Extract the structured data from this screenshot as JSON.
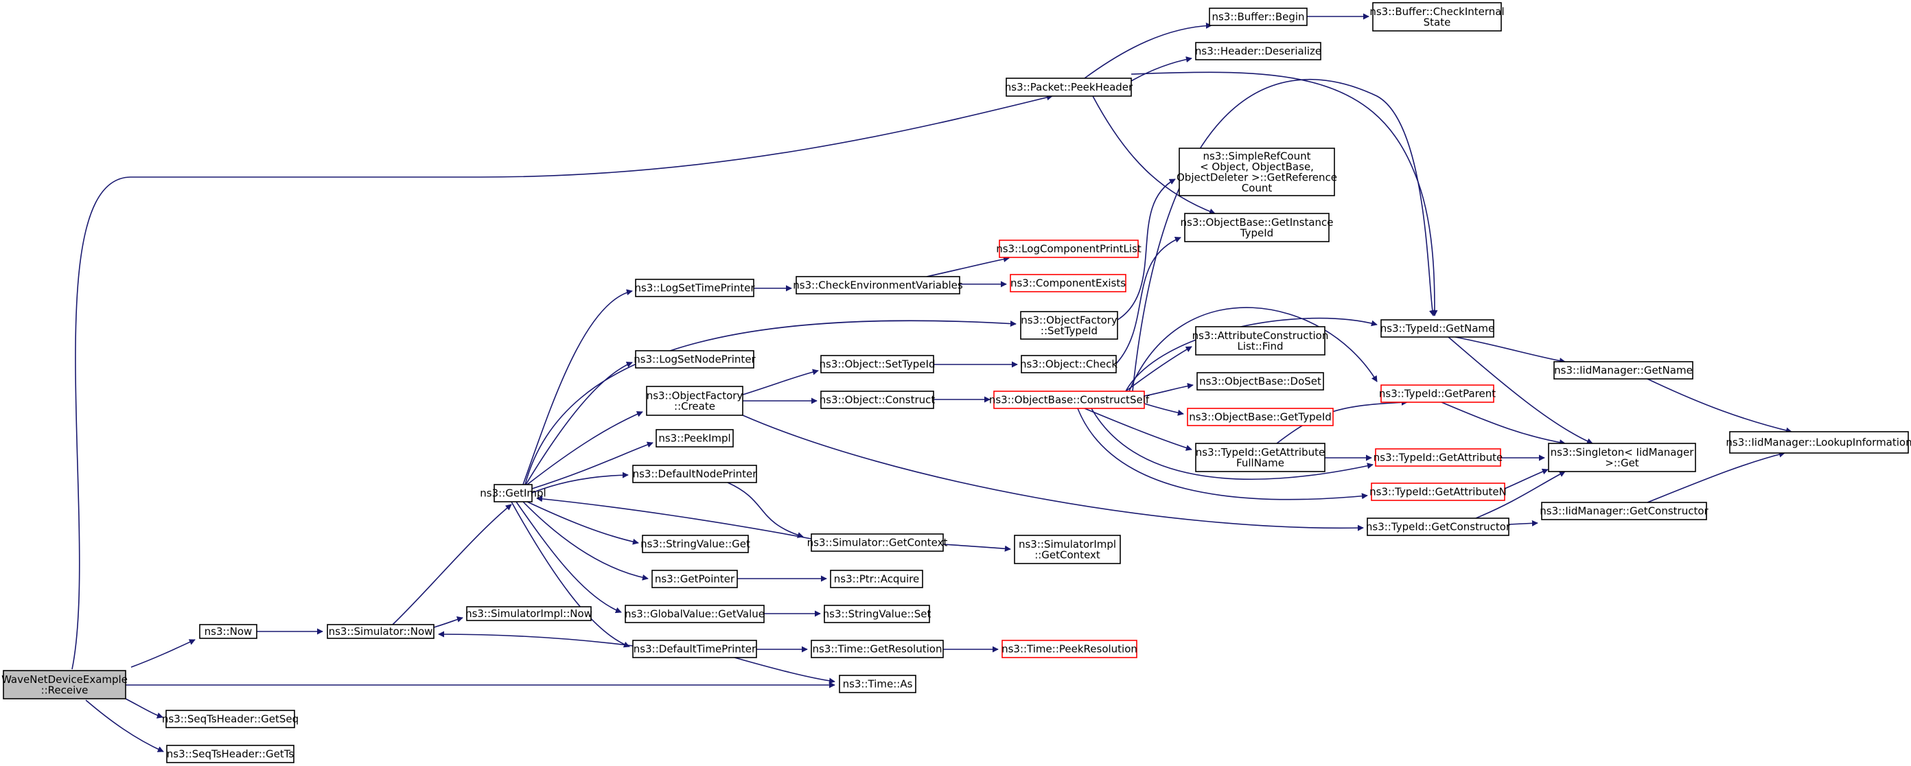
{
  "graph": {
    "nodes": [
      {
        "id": "root",
        "lines": [
          "WaveNetDeviceExample",
          "::Receive"
        ],
        "style": "root"
      },
      {
        "id": "now",
        "lines": [
          "ns3::Now"
        ]
      },
      {
        "id": "simnow",
        "lines": [
          "ns3::Simulator::Now"
        ]
      },
      {
        "id": "simimplnow",
        "lines": [
          "ns3::SimulatorImpl::Now"
        ]
      },
      {
        "id": "getimpl",
        "lines": [
          "ns3::GetImpl"
        ]
      },
      {
        "id": "logsettime",
        "lines": [
          "ns3::LogSetTimePrinter"
        ]
      },
      {
        "id": "checkenv",
        "lines": [
          "ns3::CheckEnvironmentVariables"
        ]
      },
      {
        "id": "logcompprint",
        "lines": [
          "ns3::LogComponentPrintList"
        ],
        "style": "red"
      },
      {
        "id": "compexists",
        "lines": [
          "ns3::ComponentExists"
        ],
        "style": "red"
      },
      {
        "id": "ofsettypeid",
        "lines": [
          "ns3::ObjectFactory",
          "::SetTypeId"
        ]
      },
      {
        "id": "logsetnode",
        "lines": [
          "ns3::LogSetNodePrinter"
        ]
      },
      {
        "id": "ofcreate",
        "lines": [
          "ns3::ObjectFactory",
          "::Create"
        ]
      },
      {
        "id": "objsettypeid",
        "lines": [
          "ns3::Object::SetTypeId"
        ]
      },
      {
        "id": "objconstruct",
        "lines": [
          "ns3::Object::Construct"
        ]
      },
      {
        "id": "objcheck",
        "lines": [
          "ns3::Object::Check"
        ]
      },
      {
        "id": "constructself",
        "lines": [
          "ns3::ObjectBase::ConstructSelf"
        ],
        "style": "red"
      },
      {
        "id": "peekimpl",
        "lines": [
          "ns3::PeekImpl"
        ]
      },
      {
        "id": "defnodeprinter",
        "lines": [
          "ns3::DefaultNodePrinter"
        ]
      },
      {
        "id": "stringget",
        "lines": [
          "ns3::StringValue::Get"
        ]
      },
      {
        "id": "simgetctx",
        "lines": [
          "ns3::Simulator::GetContext"
        ]
      },
      {
        "id": "simimplgetctx",
        "lines": [
          "ns3::SimulatorImpl",
          "::GetContext"
        ]
      },
      {
        "id": "getpointer",
        "lines": [
          "ns3::GetPointer"
        ]
      },
      {
        "id": "ptracquire",
        "lines": [
          "ns3::Ptr::Acquire"
        ]
      },
      {
        "id": "gvgetvalue",
        "lines": [
          "ns3::GlobalValue::GetValue"
        ]
      },
      {
        "id": "stringset",
        "lines": [
          "ns3::StringValue::Set"
        ]
      },
      {
        "id": "deftimeprinter",
        "lines": [
          "ns3::DefaultTimePrinter"
        ]
      },
      {
        "id": "timegetres",
        "lines": [
          "ns3::Time::GetResolution"
        ]
      },
      {
        "id": "timepeekres",
        "lines": [
          "ns3::Time::PeekResolution"
        ],
        "style": "red"
      },
      {
        "id": "timeas",
        "lines": [
          "ns3::Time::As"
        ]
      },
      {
        "id": "getseq",
        "lines": [
          "ns3::SeqTsHeader::GetSeq"
        ]
      },
      {
        "id": "getts",
        "lines": [
          "ns3::SeqTsHeader::GetTs"
        ]
      },
      {
        "id": "peekheader",
        "lines": [
          "ns3::Packet::PeekHeader"
        ]
      },
      {
        "id": "bufbegin",
        "lines": [
          "ns3::Buffer::Begin"
        ]
      },
      {
        "id": "bufcheck",
        "lines": [
          "ns3::Buffer::CheckInternal",
          "State"
        ]
      },
      {
        "id": "hdrdeser",
        "lines": [
          "ns3::Header::Deserialize"
        ]
      },
      {
        "id": "simplerefcount",
        "lines": [
          "ns3::SimpleRefCount",
          "< Object, ObjectBase,",
          "ObjectDeleter >::GetReference",
          "Count"
        ]
      },
      {
        "id": "obgetinst",
        "lines": [
          "ns3::ObjectBase::GetInstance",
          "TypeId"
        ]
      },
      {
        "id": "typeidgetname",
        "lines": [
          "ns3::TypeId::GetName"
        ]
      },
      {
        "id": "attrconstrfind",
        "lines": [
          "ns3::AttributeConstruction",
          "List::Find"
        ]
      },
      {
        "id": "obdoset",
        "lines": [
          "ns3::ObjectBase::DoSet"
        ]
      },
      {
        "id": "obgettypeid",
        "lines": [
          "ns3::ObjectBase::GetTypeId"
        ],
        "style": "red"
      },
      {
        "id": "typeidgetparent",
        "lines": [
          "ns3::TypeId::GetParent"
        ],
        "style": "red"
      },
      {
        "id": "typeidgetattrfull",
        "lines": [
          "ns3::TypeId::GetAttribute",
          "FullName"
        ]
      },
      {
        "id": "typeidgetattr",
        "lines": [
          "ns3::TypeId::GetAttribute"
        ],
        "style": "red"
      },
      {
        "id": "typeidgetattrn",
        "lines": [
          "ns3::TypeId::GetAttributeN"
        ],
        "style": "red"
      },
      {
        "id": "typeidgetctor",
        "lines": [
          "ns3::TypeId::GetConstructor"
        ]
      },
      {
        "id": "iidgetname",
        "lines": [
          "ns3::IidManager::GetName"
        ]
      },
      {
        "id": "singletonget",
        "lines": [
          "ns3::Singleton< IidManager",
          ">::Get"
        ]
      },
      {
        "id": "iidgetctor",
        "lines": [
          "ns3::IidManager::GetConstructor"
        ]
      },
      {
        "id": "iidlookup",
        "lines": [
          "ns3::IidManager::LookupInformation"
        ]
      }
    ]
  }
}
